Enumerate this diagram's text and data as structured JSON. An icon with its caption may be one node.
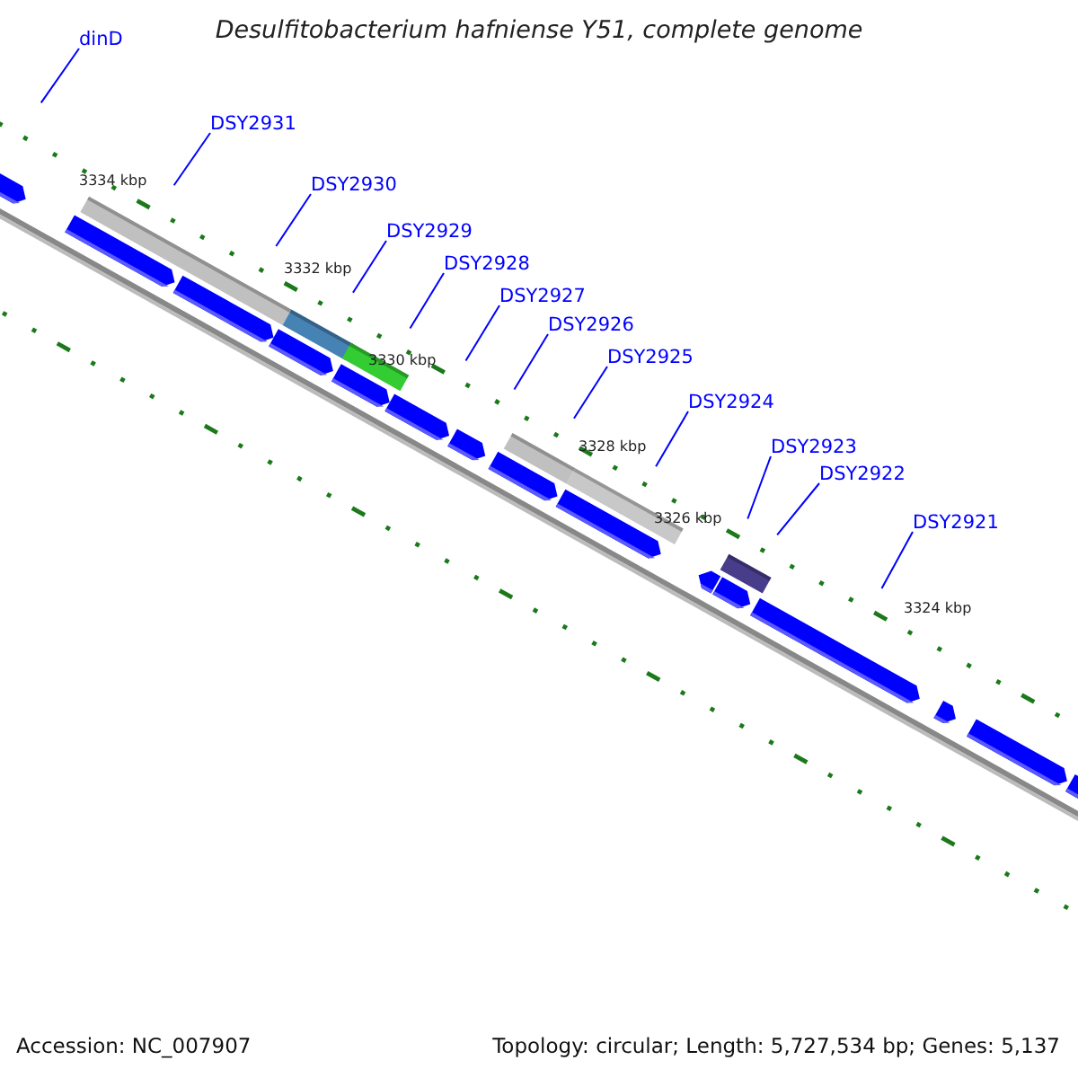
{
  "diagram": {
    "title": "Desulfitobacterium hafniense Y51, complete genome",
    "nodes": [
      {
        "text": [
          "dinD"
        ]
      },
      {
        "text": [
          "DSY2931"
        ]
      },
      {
        "text": [
          "DSY2930"
        ]
      },
      {
        "text": [
          "DSY2929"
        ]
      },
      {
        "text": [
          "DSY2928"
        ]
      },
      {
        "text": [
          "DSY2927"
        ]
      },
      {
        "text": [
          "DSY2926"
        ]
      },
      {
        "text": [
          "DSY2925"
        ]
      },
      {
        "text": [
          "DSY2924"
        ]
      },
      {
        "text": [
          "DSY2923"
        ]
      },
      {
        "text": [
          "DSY2922"
        ]
      },
      {
        "text": [
          "DSY2921"
        ]
      }
    ],
    "edges": [
      {
        "from": 0,
        "to": null,
        "arrow": "none"
      },
      {
        "from": 1,
        "to": null,
        "arrow": "none"
      },
      {
        "from": 2,
        "to": null,
        "arrow": "none"
      },
      {
        "from": 3,
        "to": null,
        "arrow": "none"
      },
      {
        "from": 4,
        "to": null,
        "arrow": "none"
      },
      {
        "from": 5,
        "to": null,
        "arrow": "none"
      },
      {
        "from": 6,
        "to": null,
        "arrow": "none"
      },
      {
        "from": 7,
        "to": null,
        "arrow": "none"
      },
      {
        "from": 8,
        "to": null,
        "arrow": "none"
      },
      {
        "from": 9,
        "to": null,
        "arrow": "none"
      },
      {
        "from": 10,
        "to": null,
        "arrow": "none"
      },
      {
        "from": 11,
        "to": null,
        "arrow": "none"
      }
    ],
    "labels": [
      "3334 kbp",
      "3332 kbp",
      "3330 kbp",
      "3328 kbp",
      "3326 kbp",
      "3324 kbp",
      "Accession: NC_007907",
      "Topology: circular; Length: 5,727,534 bp; Genes: 5,137"
    ]
  }
}
